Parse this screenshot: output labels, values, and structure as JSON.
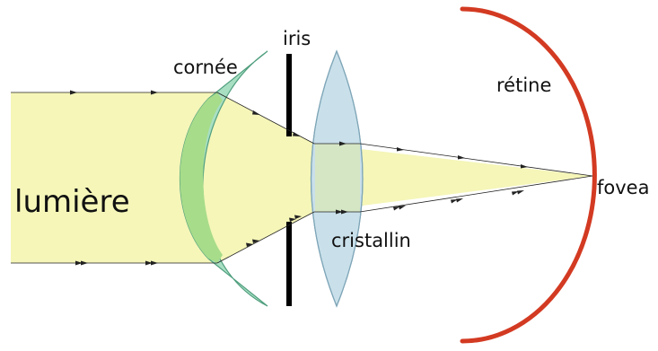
{
  "labels": {
    "light": "lumière",
    "cornea": "cornée",
    "iris": "iris",
    "lens": "cristallin",
    "retina": "rétine",
    "fovea": "fovea"
  },
  "colors": {
    "light_beam": "#f5f6b8",
    "cornea_fill": "#a8dfc3",
    "cornea_stroke": "#4f9e7e",
    "cornea_overlap": "#a7dc8a",
    "lens_fill": "#c9e0ea",
    "lens_stroke": "#7fa6b8",
    "lens_overlap": "#d5e6c4",
    "iris": "#000000",
    "retina": "#d33a22",
    "ray": "#222222"
  }
}
